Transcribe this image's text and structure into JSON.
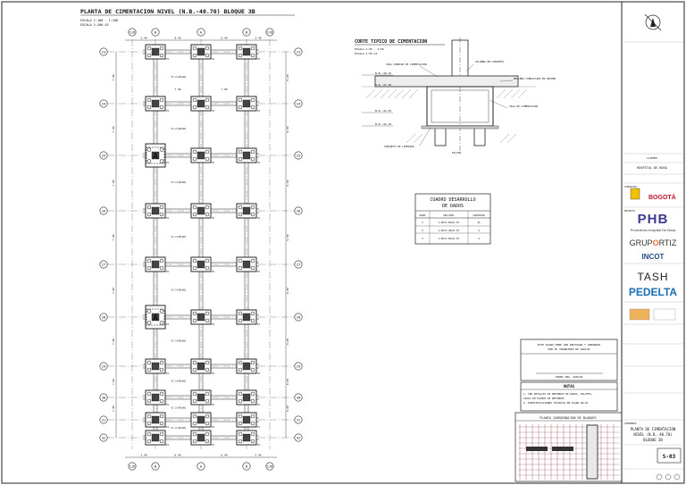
{
  "plan": {
    "title": "PLANTA DE CIMENTACION NIVEL (N.B.-40.70) BLOQUE 3B",
    "scale1": "ESCALA 1:100 - 1:200",
    "scale2": "ESCALA 1:200 A3",
    "col_axes": [
      "C/D",
      "B",
      "A",
      "B",
      "C/D"
    ],
    "row_axes": [
      "23",
      "24",
      "25",
      "26",
      "27",
      "28",
      "29",
      "30",
      "31",
      "32"
    ],
    "dims_top": [
      "2.40",
      "8.40",
      "8.40",
      "2.40"
    ],
    "dims_inner": [
      "7.60",
      "7.60"
    ],
    "rows_left": [
      "7.80",
      "7.80",
      "7.80",
      "7.80",
      "7.80",
      "7.80",
      "7.80",
      "7.80"
    ],
    "rows_right": [
      "9.00",
      "9.00",
      "9.00",
      "9.00",
      "9.00",
      "9.00",
      "9.00",
      "9.00"
    ],
    "beam_label": "VC-2(40x60)",
    "pile_label": "P1",
    "callout": "A"
  },
  "section": {
    "title": "CORTE TIPICO DE CIMENTACION",
    "scale1": "ESCALA 1:25 - 1:50",
    "scale2": "ESCALA 1:50 A3",
    "labels": [
      "VIGA CORRIDA DE CIMENTACION",
      "COLUMNA EN CONCRETO",
      "RELLENO COMPACTADO EN RECEBO",
      "VIGA DE CIMENTACION",
      "CONCRETO DE LIMPIEZA",
      "PILOTE"
    ],
    "levels": [
      "N.B.-40.70",
      "N.B.-41.30",
      "N.B.-41.55",
      "N.B.-42.10"
    ]
  },
  "table": {
    "title_line1": "CUADRO DESARROLLO",
    "title_line2": "DE DADOS",
    "headers": [
      "DADO",
      "SECCION",
      "CANTIDAD"
    ],
    "rows": [
      [
        "1",
        "1.60x1.60x0.70",
        "21"
      ],
      [
        "2",
        "1.60x3.40x0.70",
        "4"
      ],
      [
        "3",
        "1.60x1.60x0.70",
        "4"
      ]
    ]
  },
  "approval": {
    "line1": "ESTE PLANO DEBE SER REVISADO Y APROBADO",
    "line2": "POR EL INGENIERO DE SUELOS",
    "signature": "FIRMA ING. SUELOS"
  },
  "notes": {
    "title": "NOTAS",
    "items": [
      "1. VER DETALLES DE REFUERZO DE DADOS, PILOTES,",
      "   VIGAS EN PLANOS DE REFUERZO",
      "2. ESPECIFICACIONES TECNICAS EN PLANO GN-01"
    ]
  },
  "keyplan": {
    "title": "PLANTA COORDINACION DE BLOQUES"
  },
  "titleblock": {
    "cliente_label": "CLIENTE",
    "cliente_value": "HOSPITAL DE BOSA",
    "consultor_label": "CONSULTOR",
    "project_label": "PROYECTO",
    "logos": {
      "bogota": "BOGOTÁ",
      "phb": "PHB",
      "phb_sub": "Promotora Hospital De Bosa",
      "gruportiz_pre": "GRUP",
      "gruportiz_o": "O",
      "gruportiz_post": "RTIZ",
      "incot": "INCOT",
      "tash": "TASH",
      "pedelta": "PEDELTA"
    },
    "plano_label": "CONTENIDO",
    "plano_line1": "PLANTA DE CIMENTACION",
    "plano_line2": "NIVEL (N.B.-40.70)",
    "plano_line3": "BLOQUE 3B",
    "sheet_no": "S-03"
  },
  "colors": {
    "line": "#222222",
    "grid": "#555555",
    "red": "#c0152b",
    "orange": "#e8702a",
    "blue": "#1b6fb3"
  }
}
